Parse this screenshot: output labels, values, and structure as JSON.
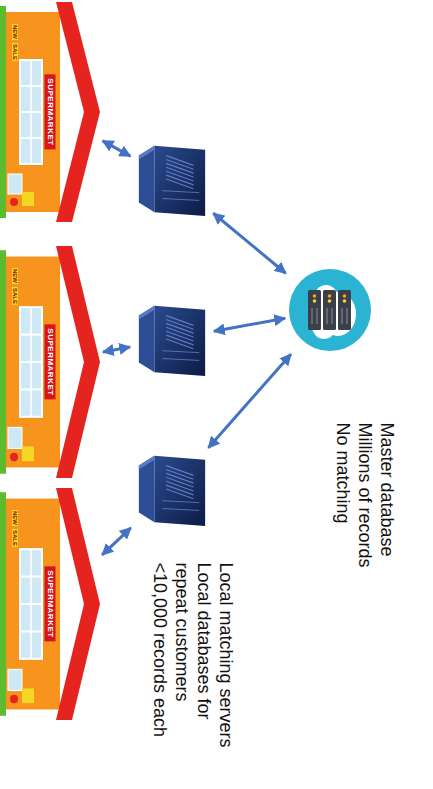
{
  "diagram": {
    "nodes": [
      {
        "text": [
          "Master database",
          "Millions of records",
          "No matching"
        ]
      },
      {
        "text": []
      },
      {
        "text": []
      },
      {
        "text": [
          "Local matching servers",
          "Local databases for repeat customers",
          "<10,000 records each"
        ]
      },
      {
        "text": [
          "SUPERMARKET",
          "NEW",
          "SALE"
        ]
      },
      {
        "text": [
          "SUPERMARKET",
          "NEW",
          "SALE"
        ]
      },
      {
        "text": [
          "SUPERMARKET",
          "NEW",
          "SALE"
        ]
      }
    ],
    "edges": [
      {
        "from": 1,
        "to": 0,
        "arrow": "both"
      },
      {
        "from": 2,
        "to": 0,
        "arrow": "both"
      },
      {
        "from": 3,
        "to": 0,
        "arrow": "both"
      },
      {
        "from": 4,
        "to": 1,
        "arrow": "both"
      },
      {
        "from": 5,
        "to": 2,
        "arrow": "both"
      },
      {
        "from": 6,
        "to": 3,
        "arrow": "both"
      }
    ]
  }
}
